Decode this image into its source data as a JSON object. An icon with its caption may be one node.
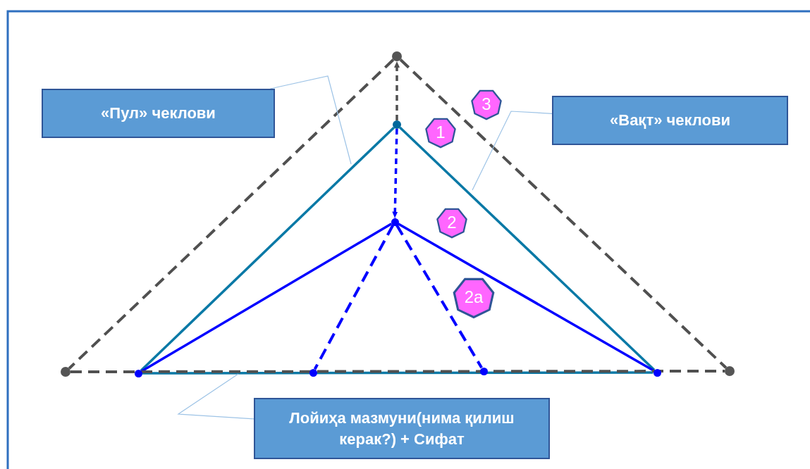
{
  "diagram": {
    "nodes": [
      {
        "text": [
          "«Пул» чеклови"
        ]
      },
      {
        "text": [
          "«Вақт» чеклови"
        ]
      },
      {
        "text": [
          "Лойиҳа мазмуни(нима қилиш керак?) + Сифат"
        ]
      },
      {
        "text": [],
        "shape": "circle"
      },
      {
        "text": [],
        "shape": "circle"
      },
      {
        "text": [
          "3"
        ]
      },
      {
        "text": [
          "1"
        ]
      },
      {
        "text": [],
        "shape": "circle"
      },
      {
        "text": [
          "2"
        ]
      },
      {
        "text": [
          "2а"
        ]
      },
      {
        "text": [],
        "shape": "circle"
      },
      {
        "text": [],
        "shape": "circle"
      },
      {
        "text": [],
        "shape": "circle"
      },
      {
        "text": [],
        "shape": "circle"
      },
      {
        "text": [],
        "shape": "circle"
      },
      {
        "text": [],
        "shape": "circle"
      }
    ],
    "edges": [
      {
        "from": 4,
        "to": 11,
        "arrow": "none",
        "color": "#0a79a6"
      },
      {
        "from": 4,
        "to": 14,
        "arrow": "none",
        "color": "#0a79a6"
      },
      {
        "from": 11,
        "to": 14,
        "arrow": "none",
        "color": "#0a79a6"
      },
      {
        "from": 7,
        "to": 11,
        "arrow": "none"
      },
      {
        "from": 7,
        "to": 14,
        "arrow": "none"
      },
      {
        "from": 7,
        "to": 12,
        "arrow": "none",
        "style": "dashed"
      },
      {
        "from": 7,
        "to": 13,
        "arrow": "none",
        "style": "dashed"
      },
      {
        "from": 3,
        "to": 10,
        "arrow": "none",
        "style": "dashed",
        "color": "#505050"
      },
      {
        "from": 3,
        "to": 15,
        "arrow": "none",
        "style": "dashed",
        "color": "#505050"
      },
      {
        "from": 10,
        "to": 15,
        "arrow": "none",
        "style": "dashed",
        "color": "#505050"
      },
      {
        "from": 4,
        "to": 3,
        "arrow": "to",
        "style": "dashed",
        "color": "#505050"
      },
      {
        "from": 4,
        "to": 7,
        "arrow": "to",
        "style": "dashed"
      },
      {
        "from": 0,
        "to": null,
        "arrow": "none",
        "color": "#9dc3e6"
      },
      {
        "from": 1,
        "to": null,
        "arrow": "none",
        "color": "#9dc3e6"
      },
      {
        "from": 2,
        "to": null,
        "arrow": "none",
        "color": "#9dc3e6"
      }
    ]
  }
}
